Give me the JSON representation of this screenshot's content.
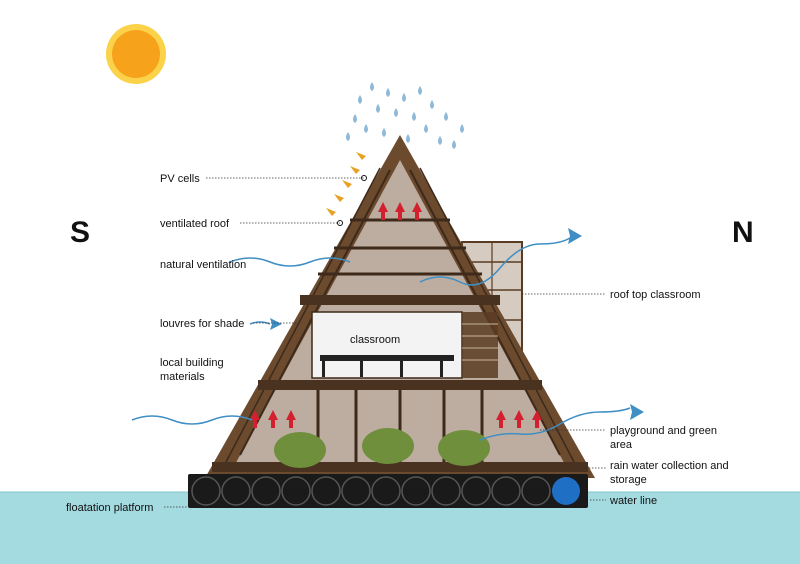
{
  "compass": {
    "south": "S",
    "north": "N"
  },
  "interior": {
    "room_label": "classroom"
  },
  "labels_left": {
    "pv_cells": "PV cells",
    "ventilated_roof": "ventilated roof",
    "natural_ventilation": "natural ventilation",
    "louvres": "louvres for shade",
    "local_materials_1": "local building",
    "local_materials_2": "materials",
    "flotation": "floatation platform"
  },
  "labels_right": {
    "roof_top_classroom": "roof top classroom",
    "playground_1": "playground and green",
    "playground_2": "area",
    "rainwater_1": "rain water collection and",
    "rainwater_2": "storage",
    "water_line": "water line"
  },
  "colors": {
    "sun": "#f7a21b",
    "sun_rim": "#fbd24a",
    "water": "#a4dbe0",
    "timber": "#6b4a2e",
    "timber_dark": "#3e2a1a",
    "airflow": "#3f8fc4",
    "heat_arrow": "#d3202e",
    "raindrop": "#8fb9d8",
    "solar_ray": "#e7a226",
    "trees": "#6f8f3c",
    "drum": "#1a1a1a",
    "storage_tank": "#1f6fc4"
  }
}
